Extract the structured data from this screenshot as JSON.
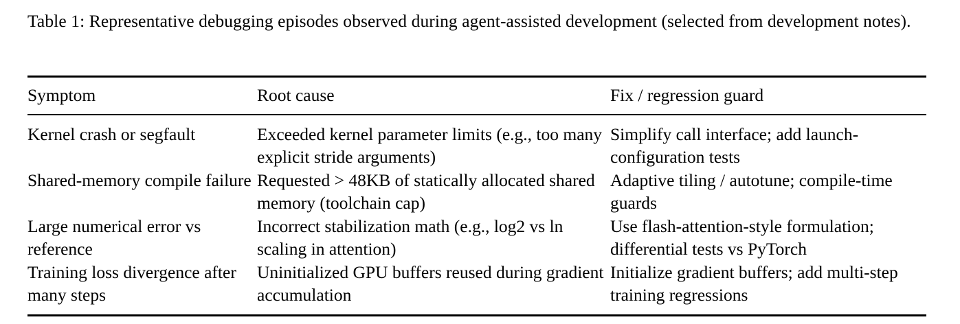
{
  "caption": {
    "label": "Table 1:",
    "text": "Table 1: Representative debugging episodes observed during agent-assisted development (selected from development notes)."
  },
  "table": {
    "columns": [
      "Symptom",
      "Root cause",
      "Fix / regression guard"
    ],
    "rows": [
      {
        "symptom": "Kernel crash or segfault",
        "root_cause": "Exceeded kernel parameter limits (e.g., too many explicit stride arguments)",
        "fix": "Simplify call interface; add launch-configuration tests"
      },
      {
        "symptom": "Shared-memory compile failure",
        "root_cause": "Requested > 48KB of statically allocated shared memory (toolchain cap)",
        "fix": "Adaptive tiling / autotune; compile-time guards"
      },
      {
        "symptom": "Large numerical error vs reference",
        "root_cause": "Incorrect stabilization math (e.g., log2 vs ln scaling in attention)",
        "fix": "Use flash-attention-style formulation; differential tests vs PyTorch"
      },
      {
        "symptom": "Training loss divergence after many steps",
        "root_cause": "Uninitialized GPU buffers reused during gradient accumulation",
        "fix": "Initialize gradient buffers; add multi-step training regressions"
      }
    ]
  },
  "style": {
    "text_color": "#000000",
    "rule_color": "#000000",
    "background": "#ffffff"
  }
}
